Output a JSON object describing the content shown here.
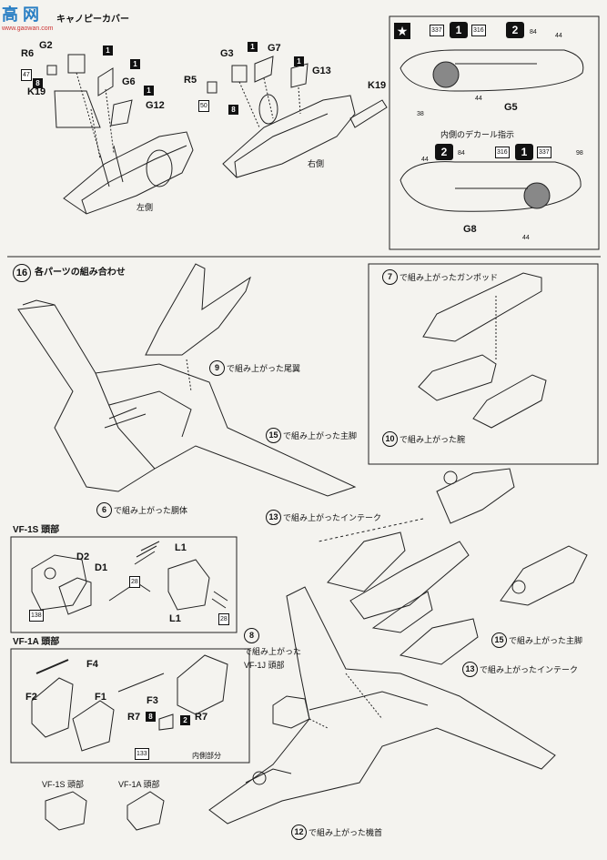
{
  "watermark": {
    "title": "高 网",
    "url": "www.gaowan.com"
  },
  "cover": {
    "title": "キャノピーカバー",
    "left_caption": "左側",
    "right_caption": "右側",
    "left_parts": [
      "R6",
      "G2",
      "G6",
      "K19",
      "G12"
    ],
    "right_parts": [
      "G3",
      "G7",
      "R5",
      "G13",
      "K19"
    ],
    "left_small": [
      "47",
      "8",
      "1",
      "1",
      "1"
    ],
    "right_small": [
      "50",
      "8",
      "1",
      "1"
    ]
  },
  "decal": {
    "label_g5": "G5",
    "label_g8": "G8",
    "inner_note": "内側のデカール指示",
    "top_nums": [
      "337",
      "316",
      "84",
      "44",
      "44",
      "38"
    ],
    "bottom_nums": [
      "84",
      "316",
      "337",
      "44",
      "44",
      "98"
    ],
    "star": "★",
    "big1": "1",
    "big2": "2"
  },
  "step16": {
    "number": "16",
    "title": "各パーツの組み合わせ",
    "refs": [
      {
        "num": "9",
        "text": "で組み上がった尾翼"
      },
      {
        "num": "6",
        "text": "で組み上がった胴体"
      },
      {
        "num": "15",
        "text": "で組み上がった主脚"
      },
      {
        "num": "13",
        "text": "で組み上がったインテーク"
      },
      {
        "num": "8",
        "text": "で組み上がった"
      },
      {
        "num": "15",
        "text": "で組み上がった主脚"
      },
      {
        "num": "13",
        "text": "で組み上がったインテーク"
      },
      {
        "num": "12",
        "text": "で組み上がった機首"
      },
      {
        "num": "7",
        "text": "で組み上がったガンポッド"
      },
      {
        "num": "10",
        "text": "で組み上がった腕"
      }
    ],
    "vf1j_note": "VF-1J 頭部"
  },
  "vf1s": {
    "title": "VF-1S 頭部",
    "parts": [
      "D2",
      "D1",
      "L1",
      "L1"
    ],
    "boxes": [
      "138",
      "28",
      "28"
    ]
  },
  "vf1a": {
    "title": "VF-1A 頭部",
    "parts": [
      "F4",
      "F2",
      "F1",
      "F3",
      "R7",
      "R7"
    ],
    "boxes": [
      "8",
      "2",
      "133"
    ],
    "inner_note": "内側部分"
  },
  "bottom_heads": {
    "s": "VF-1S 頭部",
    "a": "VF-1A 頭部"
  }
}
